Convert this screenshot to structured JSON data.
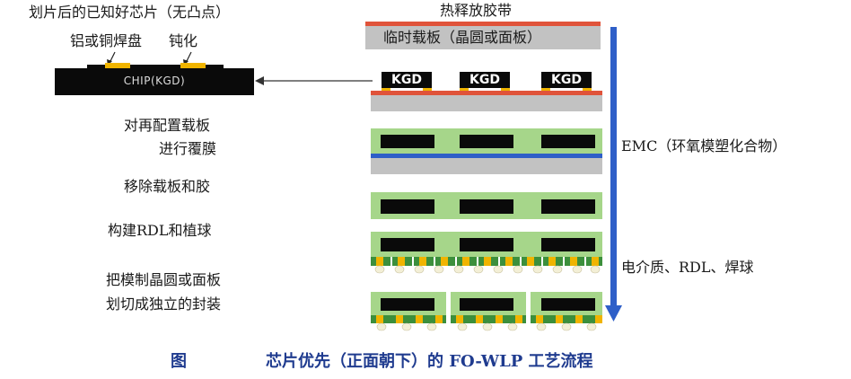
{
  "left_labels": {
    "diced_chip": "划片后的已知好芯片（无凸点）",
    "pad_label": "铝或铜焊盘",
    "passivation_label": "钝化",
    "chip_text": "CHIP(KGD)",
    "step1_line1": "对再配置载板",
    "step1_line2": "进行覆膜",
    "step2": "移除载板和胶",
    "step3": "构建RDL和植球",
    "step4_line1": "把模制晶圆或面板",
    "step4_line2": "划切成独立的封装"
  },
  "right_labels": {
    "tape": "热释放胶带",
    "carrier": "临时载板（晶圆或面板）",
    "emc": "EMC（环氧模塑化合物）",
    "layers": "电介质、RDL、焊球"
  },
  "kgd_labels": [
    "KGD",
    "KGD",
    "KGD"
  ],
  "caption": {
    "prefix": "图",
    "title": "芯片优先（正面朝下）的 FO-WLP 工艺流程"
  },
  "colors": {
    "tape_red": "#e0533a",
    "carrier_gray": "#c2c2c2",
    "emc_green": "#a6d68a",
    "arrow_blue": "#2e5fc8",
    "pad_gold": "#f0b400",
    "caption_blue": "#1f3b8f"
  }
}
